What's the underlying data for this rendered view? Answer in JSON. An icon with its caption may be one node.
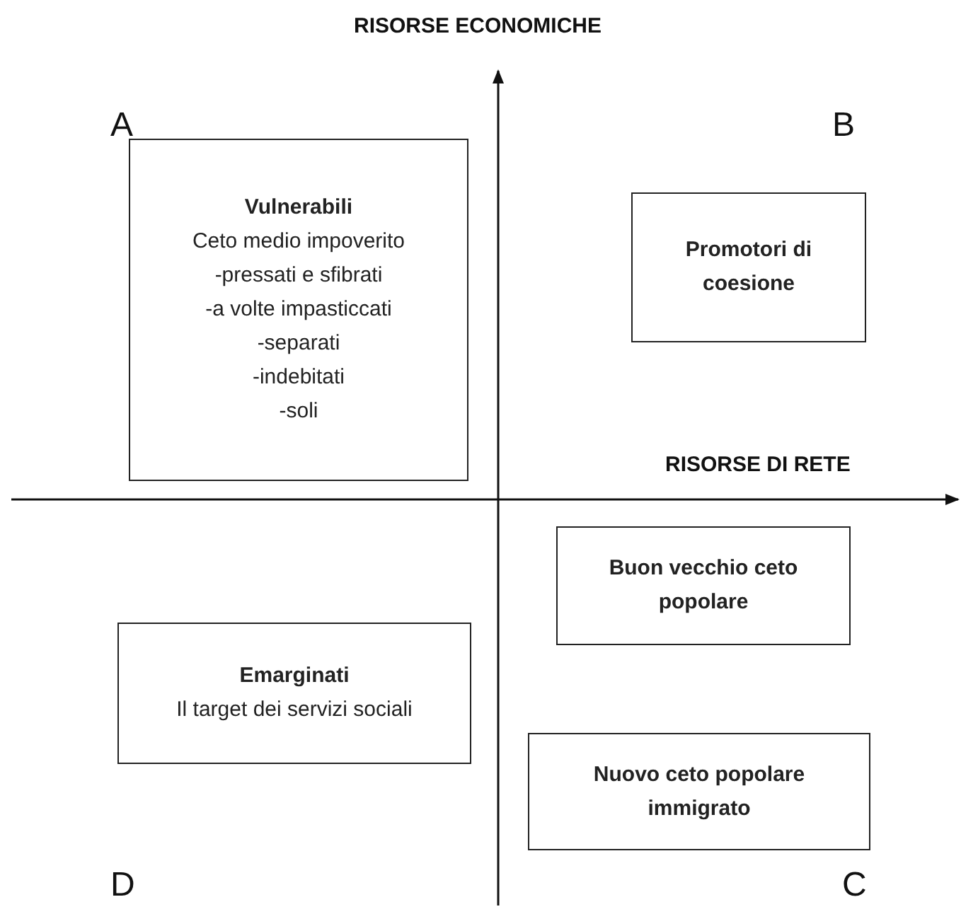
{
  "diagram": {
    "nodes": [
      {
        "text": [
          "Vulnerabili",
          "Ceto medio impoverito",
          "-pressati e sfibrati",
          "-a volte impasticcati",
          "-separati",
          "-indebitati",
          "-soli"
        ]
      },
      {
        "text": [
          "Promotori di coesione"
        ]
      },
      {
        "text": [
          "Buon vecchio ceto popolare"
        ]
      },
      {
        "text": [
          "Emarginati",
          "Il target dei servizi sociali"
        ]
      },
      {
        "text": [
          "Nuovo ceto popolare immigrato"
        ]
      }
    ],
    "labels": [
      "RISORSE ECONOMICHE",
      "A",
      "B",
      "RISORSE DI RETE",
      "D",
      "C"
    ]
  }
}
